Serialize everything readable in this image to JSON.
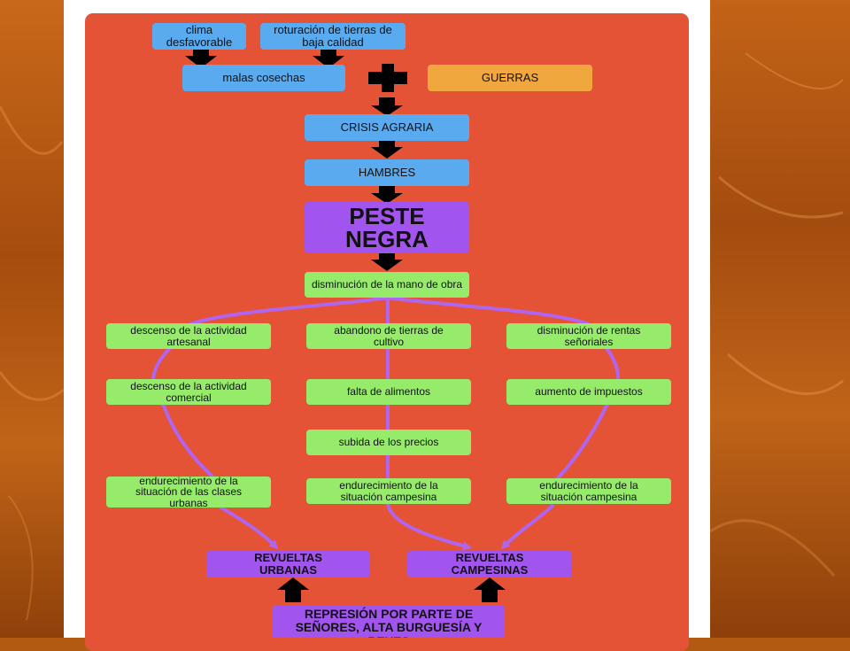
{
  "nodes": {
    "clima": "clima desfavorable",
    "roturacion": "roturación de tierras de baja calidad",
    "malas_cosechas": "malas cosechas",
    "guerras": "GUERRAS",
    "crisis": "CRISIS AGRARIA",
    "hambres": "HAMBRES",
    "peste": "PESTE NEGRA",
    "disminucion_mano": "disminución de la mano de obra",
    "descenso_artesanal": "descenso de la actividad artesanal",
    "abandono": "abandono de tierras de cultivo",
    "disminucion_rentas": "disminución de rentas señoriales",
    "descenso_comercial": "descenso de la actividad comercial",
    "falta_alimentos": "falta de alimentos",
    "aumento_impuestos": "aumento de impuestos",
    "subida_precios": "subida de los precios",
    "endurecimiento_urbanas": "endurecimiento de la situación de las clases urbanas",
    "endurecimiento_campesina_1": "endurecimiento de la situación campesina",
    "endurecimiento_campesina_2": "endurecimiento de la situación campesina",
    "revueltas_urbanas": "REVUELTAS URBANAS",
    "revueltas_campesinas": "REVUELTAS CAMPESINAS",
    "represion": "REPRESIÓN POR PARTE DE SEÑORES, ALTA BURGUESÍA Y REYES"
  },
  "colors": {
    "panel": "#e55336",
    "blue": "#5aaaf0",
    "orange": "#efa73e",
    "green": "#96ec6a",
    "purple": "#a255ee",
    "arrow": "#000000",
    "connector": "#b065f0"
  }
}
